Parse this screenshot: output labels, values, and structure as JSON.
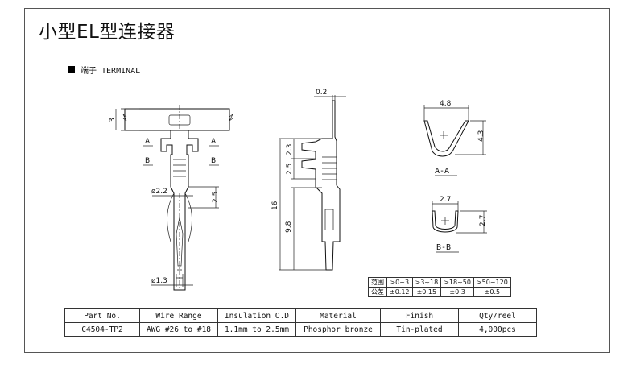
{
  "title": "小型EL型连接器",
  "subtitle": "端子 TERMINAL",
  "dimensions": {
    "front": {
      "height_3": "3",
      "dim_2_5": "2.5",
      "dia_2_2": "ø2.2",
      "dia_1_3": "ø1.3",
      "sec_a": "A",
      "sec_b": "B"
    },
    "side": {
      "t_0_2": "0.2",
      "d_2_3": "2.3",
      "d_2_5": "2.5",
      "d_16": "16",
      "d_9_8": "9.8"
    },
    "section_aa": {
      "width": "4.8",
      "height": "4.3",
      "label": "A-A"
    },
    "section_bb": {
      "width": "2.7",
      "height": "2.7",
      "label": "B-B"
    }
  },
  "tolerance": {
    "rows": [
      [
        "范围",
        ">0~3",
        ">3~18",
        ">18~50",
        ">50~120"
      ],
      [
        "公差",
        "±0.12",
        "±0.15",
        "±0.3",
        "±0.5"
      ]
    ]
  },
  "spec_table": {
    "headers": [
      "Part No.",
      "Wire Range",
      "Insulation O.D",
      "Material",
      "Finish",
      "Qty/reel"
    ],
    "rows": [
      [
        "C4504-TP2",
        "AWG #26 to #18",
        "1.1mm to 2.5mm",
        "Phosphor bronze",
        "Tin-plated",
        "4,000pcs"
      ]
    ]
  }
}
